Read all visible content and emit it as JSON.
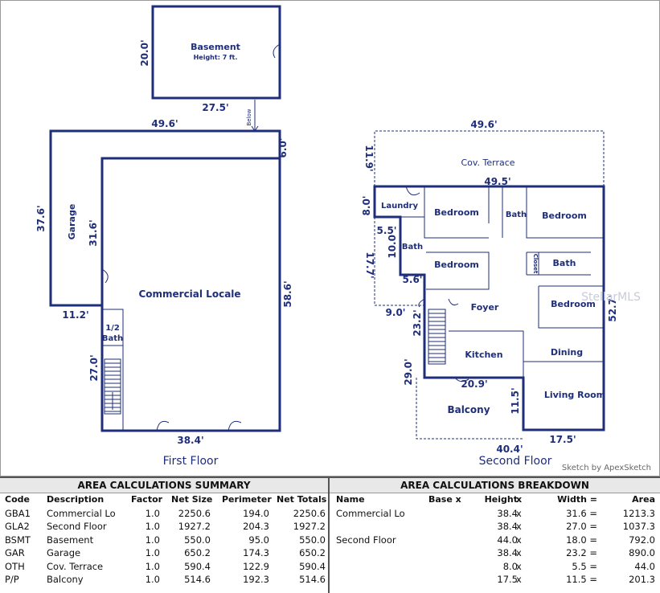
{
  "floors": {
    "basement": {
      "name": "Basement",
      "note": "Height: 7 ft.",
      "dim_height": "20.0'",
      "dim_width": "27.5'",
      "stair_note": "Below"
    },
    "first": {
      "caption": "First Floor",
      "dims": {
        "top": "49.6'",
        "right_top": "6.0'",
        "left": "37.6'",
        "garage_inner": "31.6'",
        "garage_bottom": "11.2'",
        "right": "58.6'",
        "stair": "27.0'",
        "bottom": "38.4'"
      },
      "rooms": {
        "garage": "Garage",
        "commercial": "Commercial Locale",
        "half_bath_1": "1/2",
        "half_bath_2": "Bath"
      }
    },
    "second": {
      "caption": "Second Floor",
      "dims": {
        "top": "49.6'",
        "terrace_left": "11.9'",
        "terrace_inner": "49.5'",
        "laundry_h": "8.0'",
        "a": "5.5'",
        "b": "10.0'",
        "c": "17.7'",
        "d": "5.6'",
        "e": "9.0'",
        "f": "23.2'",
        "g": "29.0'",
        "h": "20.9'",
        "i": "11.5'",
        "j": "52.7'",
        "bottom_left": "40.4'",
        "bottom_right": "17.5'"
      },
      "rooms": {
        "terrace": "Cov. Terrace",
        "laundry": "Laundry",
        "bedroom_1": "Bedroom",
        "bath_top": "Bath",
        "bedroom_2": "Bedroom",
        "bath_left": "Bath",
        "bedroom_3": "Bedroom",
        "closet": "Closet",
        "bath_right": "Bath",
        "bedroom_4": "Bedroom",
        "foyer": "Foyer",
        "kitchen": "Kitchen",
        "dining": "Dining",
        "living": "Living Room",
        "balcony": "Balcony"
      }
    }
  },
  "watermark": "StellarMLS",
  "credit": "Sketch by ApexSketch",
  "summary": {
    "title": "AREA CALCULATIONS SUMMARY",
    "headers": [
      "Code",
      "Description",
      "Factor",
      "Net Size",
      "Perimeter",
      "Net Totals"
    ],
    "rows": [
      [
        "GBA1",
        "Commercial Lo",
        "1.0",
        "2250.6",
        "194.0",
        "2250.6"
      ],
      [
        "GLA2",
        "Second Floor",
        "1.0",
        "1927.2",
        "204.3",
        "1927.2"
      ],
      [
        "BSMT",
        "Basement",
        "1.0",
        "550.0",
        "95.0",
        "550.0"
      ],
      [
        "GAR",
        "Garage",
        "1.0",
        "650.2",
        "174.3",
        "650.2"
      ],
      [
        "OTH",
        "Cov. Terrace",
        "1.0",
        "590.4",
        "122.9",
        "590.4"
      ],
      [
        "P/P",
        "Balcony",
        "1.0",
        "514.6",
        "192.3",
        "514.6"
      ]
    ]
  },
  "breakdown": {
    "title": "AREA CALCULATIONS BREAKDOWN",
    "headers": [
      "Name",
      "Base x",
      "Height",
      "x",
      "Width =",
      "Area"
    ],
    "rows": [
      [
        "Commercial Lo",
        "",
        "38.4",
        "x",
        "31.6 =",
        "1213.3"
      ],
      [
        "",
        "",
        "38.4",
        "x",
        "27.0 =",
        "1037.3"
      ],
      [
        "Second Floor",
        "",
        "44.0",
        "x",
        "18.0 =",
        "792.0"
      ],
      [
        "",
        "",
        "38.4",
        "x",
        "23.2 =",
        "890.0"
      ],
      [
        "",
        "",
        "8.0",
        "x",
        "5.5 =",
        "44.0"
      ],
      [
        "",
        "",
        "17.5",
        "x",
        "11.5 =",
        "201.3"
      ]
    ]
  }
}
